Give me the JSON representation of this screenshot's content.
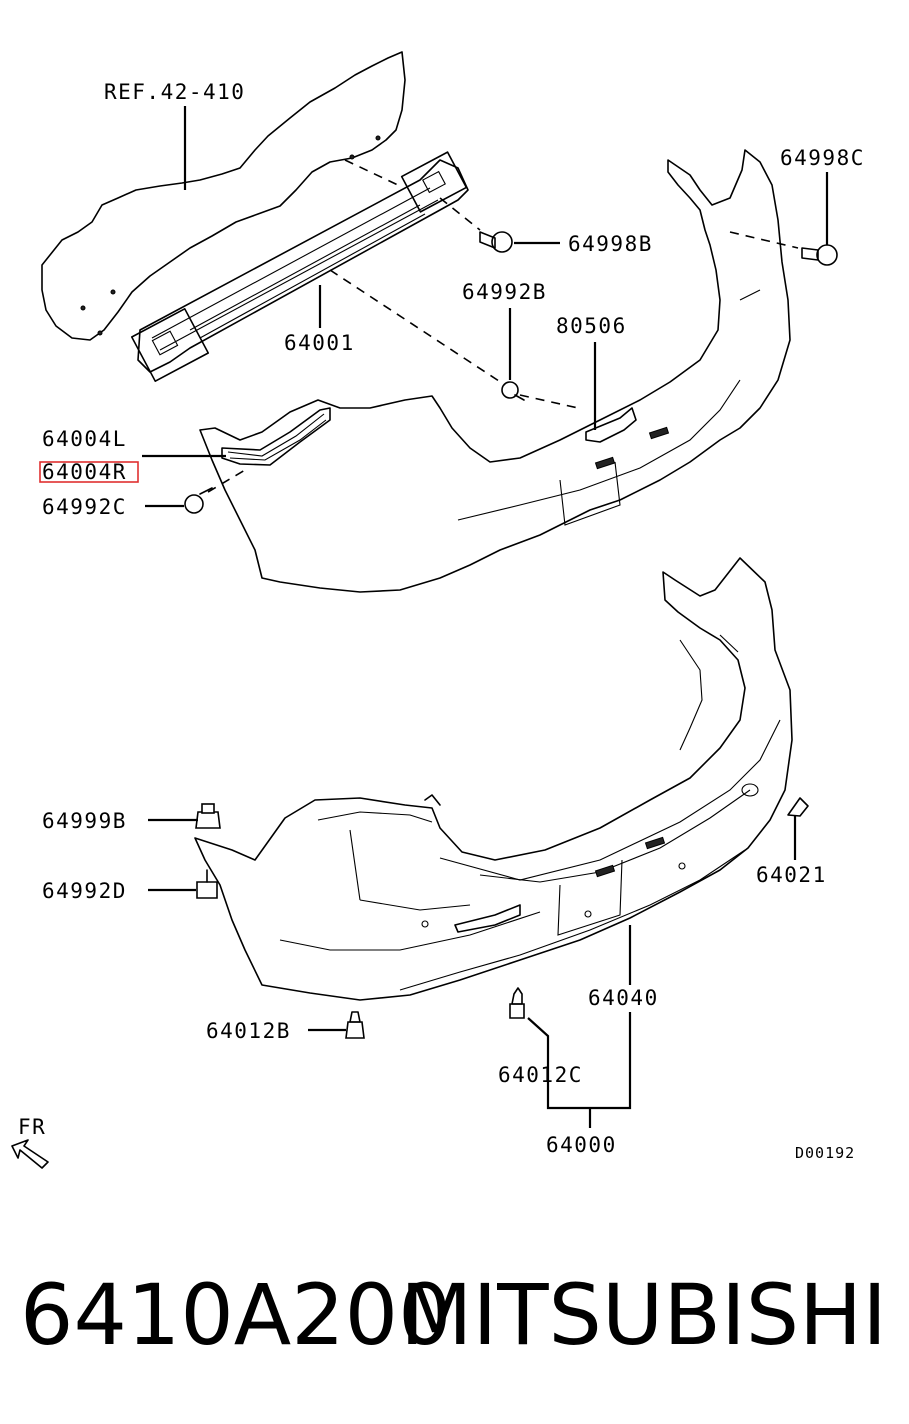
{
  "labels": {
    "ref": "REF.42-410",
    "p64998c": "64998C",
    "p64998b": "64998B",
    "p64992b": "64992B",
    "p80506": "80506",
    "p64001": "64001",
    "p64004l": "64004L",
    "p64004r": "64004R",
    "p64992c": "64992C",
    "p64999b": "64999B",
    "p64992d": "64992D",
    "p64021": "64021",
    "p64012b": "64012B",
    "p64040": "64040",
    "p64012c": "64012C",
    "p64000": "64000",
    "fr": "FR",
    "diagram_code": "D00192"
  },
  "highlight_color": "#e03030",
  "caption": {
    "part_number": "6410A200",
    "brand": "MITSUBISHI"
  }
}
